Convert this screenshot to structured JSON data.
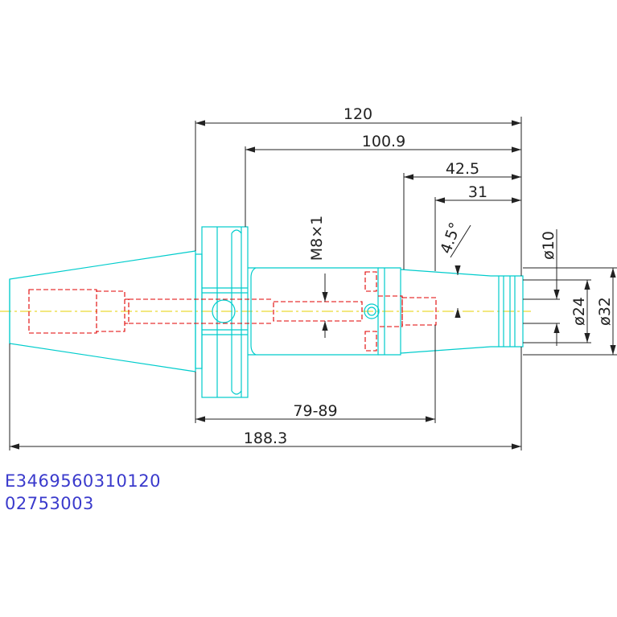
{
  "drawing": {
    "dimensions": {
      "overall_120": "120",
      "flange_100_9": "100.9",
      "d_42_5": "42.5",
      "d_31": "31",
      "thread": "M8×1",
      "taper": "4.5°",
      "dia_10": "ø10",
      "dia_24": "ø24",
      "dia_32": "ø32",
      "range_79_89": "79-89",
      "total_188_3": "188.3"
    },
    "codes": {
      "line1": "E3469560310120",
      "line2": "02753003"
    },
    "colors": {
      "outline": "#00cccc",
      "hidden": "#e00000",
      "dimension": "#222222",
      "centerline": "#e6d200",
      "code_text": "#3a3acc"
    }
  }
}
